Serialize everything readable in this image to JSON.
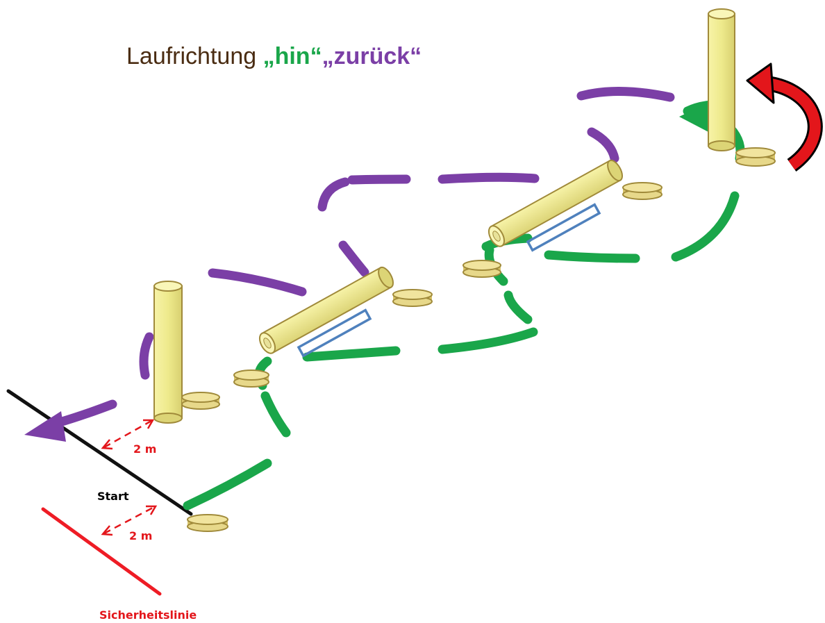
{
  "title": {
    "prefix": "Laufrichtung ",
    "hin": "„hin“",
    "zurueck": "„zurück“"
  },
  "labels": {
    "start": "Start",
    "distance_1": "2 m",
    "distance_2": "2 m",
    "safety_line": "Sicherheitslinie"
  },
  "colors": {
    "hin": "#1aa64a",
    "zurueck": "#7b3fa6",
    "turn_arrow": "#e3161b",
    "start_line": "#000000",
    "safety_line": "#ee1c25",
    "title_text": "#4a2c12",
    "pole_fill": "#eeea8c",
    "pole_stroke": "#a08a3a",
    "marker": "#4f81bd"
  },
  "legend": {
    "hin_meaning": "hin",
    "zurueck_meaning": "zurück"
  }
}
